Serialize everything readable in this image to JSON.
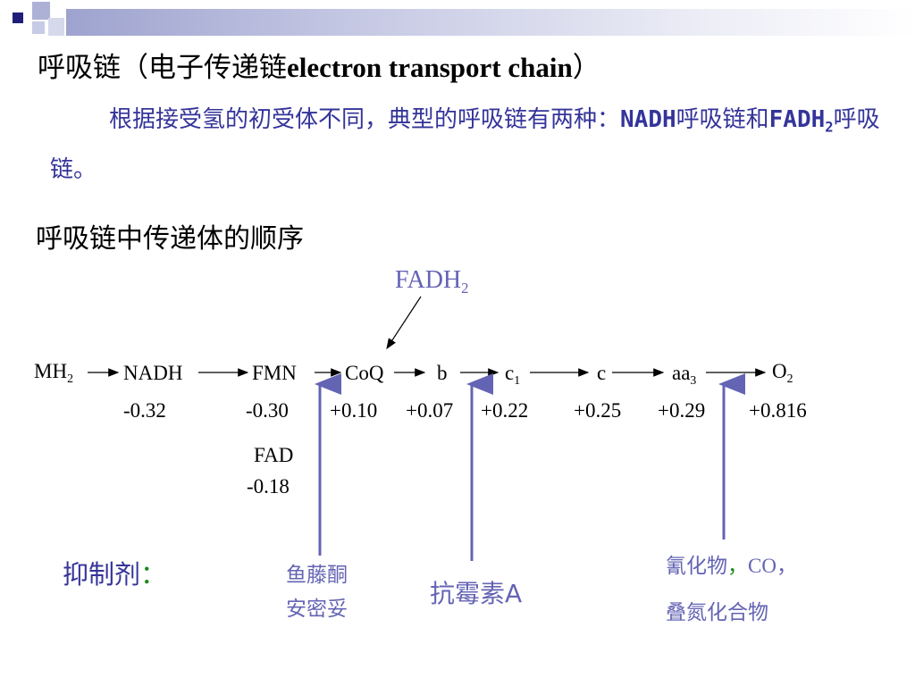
{
  "slide": {
    "title_cn": "呼吸链（电子传递链",
    "title_en": "electron transport chain",
    "title_end": "）",
    "para_part1": "根据接受氢的初受体不同，典型的呼吸链有两种：",
    "para_nadh": "NADH",
    "para_part2": "呼吸链和",
    "para_fadh": "FADH",
    "para_sub": "2",
    "para_part3": "呼吸链。",
    "heading": "呼吸链中传递体的顺序"
  },
  "chain": {
    "fadh2": "FADH",
    "fadh2_sub": "2",
    "carriers": {
      "mh2": "MH",
      "mh2_sub": "2",
      "nadh": "NADH",
      "fmn": "FMN",
      "coq": "CoQ",
      "b": "b",
      "c1": "c",
      "c1_sub": "1",
      "c": "c",
      "aa3": "aa",
      "aa3_sub": "3",
      "o2": "O",
      "o2_sub": "2"
    },
    "potentials": {
      "nadh": "-0.32",
      "fmn": "-0.30",
      "coq": "+0.10",
      "b": "+0.07",
      "c1": "+0.22",
      "c": "+0.25",
      "aa3": "+0.29",
      "o2": "+0.816"
    },
    "fad": "FAD",
    "fad_potential": "-0.18"
  },
  "inhibitors": {
    "label": "抑制剂",
    "colon": "：",
    "rotenone": "鱼藤酮",
    "amytal": "安密妥",
    "antimycin": "抗霉素A",
    "cyanide_line1_a": "氰化物",
    "cyanide_line1_comma": "，",
    "cyanide_line1_b": "CO，",
    "cyanide_line2": "叠氮化合物"
  },
  "colors": {
    "accent": "#34349a",
    "inhibitor_text": "#6464b4",
    "arrow": "#6464b4",
    "colon": "#1a8a1a"
  }
}
